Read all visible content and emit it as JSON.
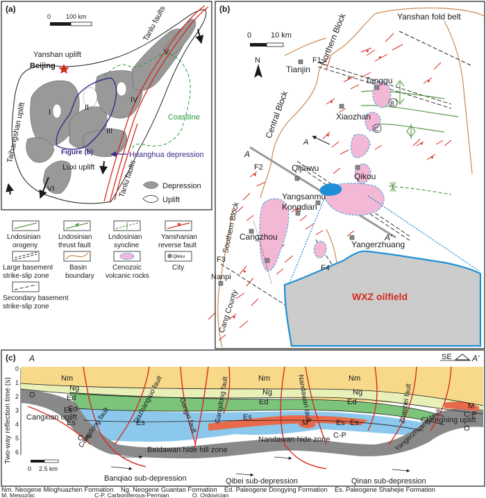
{
  "panel_a": {
    "label": "(a)",
    "scale_zero": "0",
    "scale_label": "100 km",
    "yanshan_uplift": "Yanshan uplift",
    "beijing": "Beijing",
    "taihangshan_uplift": "Taihangshan uplift",
    "luxi_uplift": "Luxi uplift",
    "tanlu_faults_top": "Tanlu faults",
    "tanlu_faults_bottom": "Tanlu faults",
    "coastline": "Coastline",
    "figure_b": "Figure (b)",
    "huanghua_depression": "Huanghua depression",
    "regions": [
      "I",
      "II",
      "III",
      "IV",
      "V",
      "VI"
    ],
    "legend_depression": "Depression",
    "legend_uplift": "Uplift"
  },
  "panel_b": {
    "label": "(b)",
    "scale_zero": "0",
    "scale_label": "10 km",
    "north": "N",
    "yanshan_fold_belt": "Yanshan fold belt",
    "northern_block": "Northern Block",
    "central_block": "Central Block",
    "southern_block": "Southern Block",
    "cang_county": "Cang County",
    "faults": [
      "F1",
      "F2",
      "F3",
      "F4"
    ],
    "section_a": "A",
    "section_a_prime": "A'",
    "cities": [
      "Tianjin",
      "Tanggu",
      "Xiaozhan",
      "Qijiawu",
      "Qikou",
      "Yangsanmu",
      "Kongdian",
      "Cangzhou",
      "Yangerzhuang",
      "Nanpi"
    ],
    "circle_b": "B",
    "circle_c": "C",
    "oilfield": "WXZ oilfield"
  },
  "legend": {
    "items": [
      {
        "label1": "Lndosinian",
        "label2": "orogeny"
      },
      {
        "label1": "Lndosinian",
        "label2": "thrust fault"
      },
      {
        "label1": "Lndosinian",
        "label2": "syncline"
      },
      {
        "label1": "Yanshanian",
        "label2": "reverse fault"
      },
      {
        "label1": "Large basement",
        "label2": "strike-slip zone"
      },
      {
        "label1": "Basin",
        "label2": "boundary"
      },
      {
        "label1": "Cenozoic",
        "label2": "volcanic rocks"
      },
      {
        "label1": "City",
        "label2": ""
      },
      {
        "label1": "Secondary basement",
        "label2": "strike-slip zone"
      }
    ],
    "city_symbol_text": "Qikou"
  },
  "panel_c": {
    "label": "(c)",
    "section_a": "A",
    "section_a_prime": "A'",
    "direction": "SE",
    "y_axis_label": "Two-way reflection time (s)",
    "y_ticks": [
      "0",
      "1",
      "2",
      "3",
      "4",
      "5",
      "6"
    ],
    "scale_zero": "0",
    "scale_label": "2.5 km",
    "layers": [
      "Nm",
      "Ng",
      "Ed",
      "Es",
      "C-P",
      "O",
      "M"
    ],
    "faults": [
      "Cangdong fault",
      "Dazhangtuo fault",
      "Gangxi fault",
      "Gangdong fault",
      "Nandawan fault",
      "Zhaobei fault",
      "Yangerzhuang fault"
    ],
    "structures": [
      "Cangxian uplift",
      "Beidawan hide hill zone",
      "Nandawan hide zone",
      "Chengning uplift",
      "Banqiao sub-depression",
      "Qibei sub-depression",
      "Qinan sub-depression"
    ],
    "caption_line1": "Nm. Neogene Minghuazhen Formation    Ng. Neogene Guantao Formation    Ed. Paleogene Dongying Formation    Es. Paleogene Shahejie Formation",
    "caption_line2": "M. Mesozoic                                    C-P. Carboniferous-Permian              O. Ordovician"
  },
  "colors": {
    "depression": "#999999",
    "volcanic": "#f3b8d6",
    "volcanic_edge": "#3aa0d8",
    "basin_boundary": "#c9884e",
    "reverse_fault": "#d42a1e",
    "indosinian": "#5a9a4a",
    "oilfield_fill": "#cccccc",
    "oilfield_edge": "#1e8fd6",
    "oilfield_text": "#d42a1e",
    "nm": "#f8d98a",
    "ng": "#e8f0b8",
    "ed": "#7cc47a",
    "es": "#8cc8ec",
    "es_red": "#e86a4a",
    "basement": "#8a8a8a"
  }
}
